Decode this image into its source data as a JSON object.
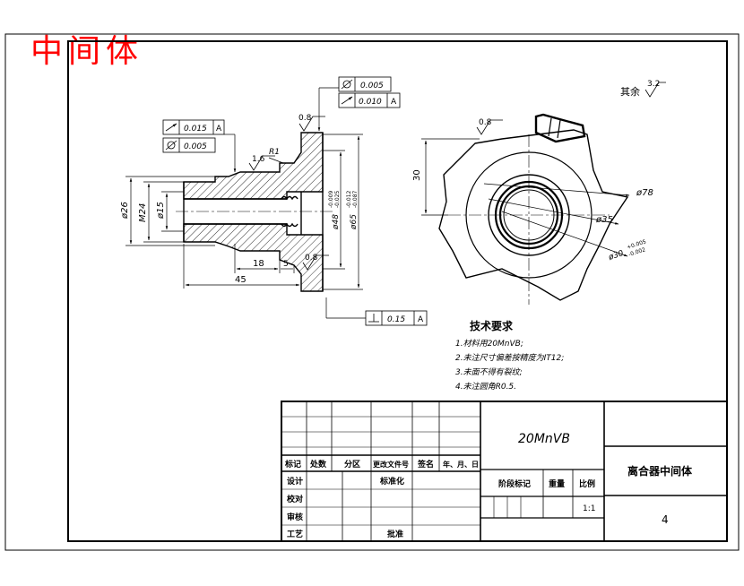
{
  "drawing_name_overlay": "中间体",
  "colors": {
    "overlay": "#ff0000",
    "lines": "#000000",
    "centerline": "#000000"
  },
  "surface_finish": {
    "rest_label": "其余",
    "rest_value": "3.2",
    "r_0_8_a": "0.8",
    "r_1_6": "1.6",
    "r_0_8_b": "0.8",
    "r_0_8_c": "0.8"
  },
  "geom_tol": {
    "top_row1": "0.005",
    "top_row2": "0.010",
    "top_row2_ref": "A",
    "left_row1": "0.015",
    "left_row1_ref": "A",
    "left_row2": "0.005",
    "bottom": "0.15",
    "bottom_ref": "A"
  },
  "dims": {
    "d26": "ø26",
    "m24": "M24",
    "d15": "ø15",
    "len18": "18",
    "len5": "5",
    "len45": "45",
    "r1": "R1",
    "d48": "ø48",
    "d48_tol_u": "-0.009",
    "d48_tol_l": "-0.025",
    "d65": "ø65",
    "d65_tol_u": "-0.012",
    "d65_tol_l": "-0.087",
    "h30": "30",
    "d78": "ø78",
    "d35": "ø35",
    "d30": "ø30",
    "d30_tol_u": "+0.005",
    "d30_tol_l": "-0.002"
  },
  "tech": {
    "heading": "技术要求",
    "items": [
      "1.材料用20MnVB;",
      "2.未注尺寸偏差按精度为IT12;",
      "3.未面不得有裂纹;",
      "4.未注圆角R0.5."
    ]
  },
  "title_block": {
    "material": "20MnVB",
    "part_name": "离合器中间体",
    "sheet_no": "4",
    "scale": "1:1",
    "labels": {
      "mark": "标记",
      "count": "处数",
      "zone": "分区",
      "change_doc": "更改文件号",
      "sign": "签名",
      "date": "年、月、日",
      "design": "设计",
      "standard": "标准化",
      "check": "校对",
      "review": "审核",
      "process": "工艺",
      "approve": "批准",
      "stage": "阶段标记",
      "weight": "重量",
      "ratio": "比例"
    }
  }
}
